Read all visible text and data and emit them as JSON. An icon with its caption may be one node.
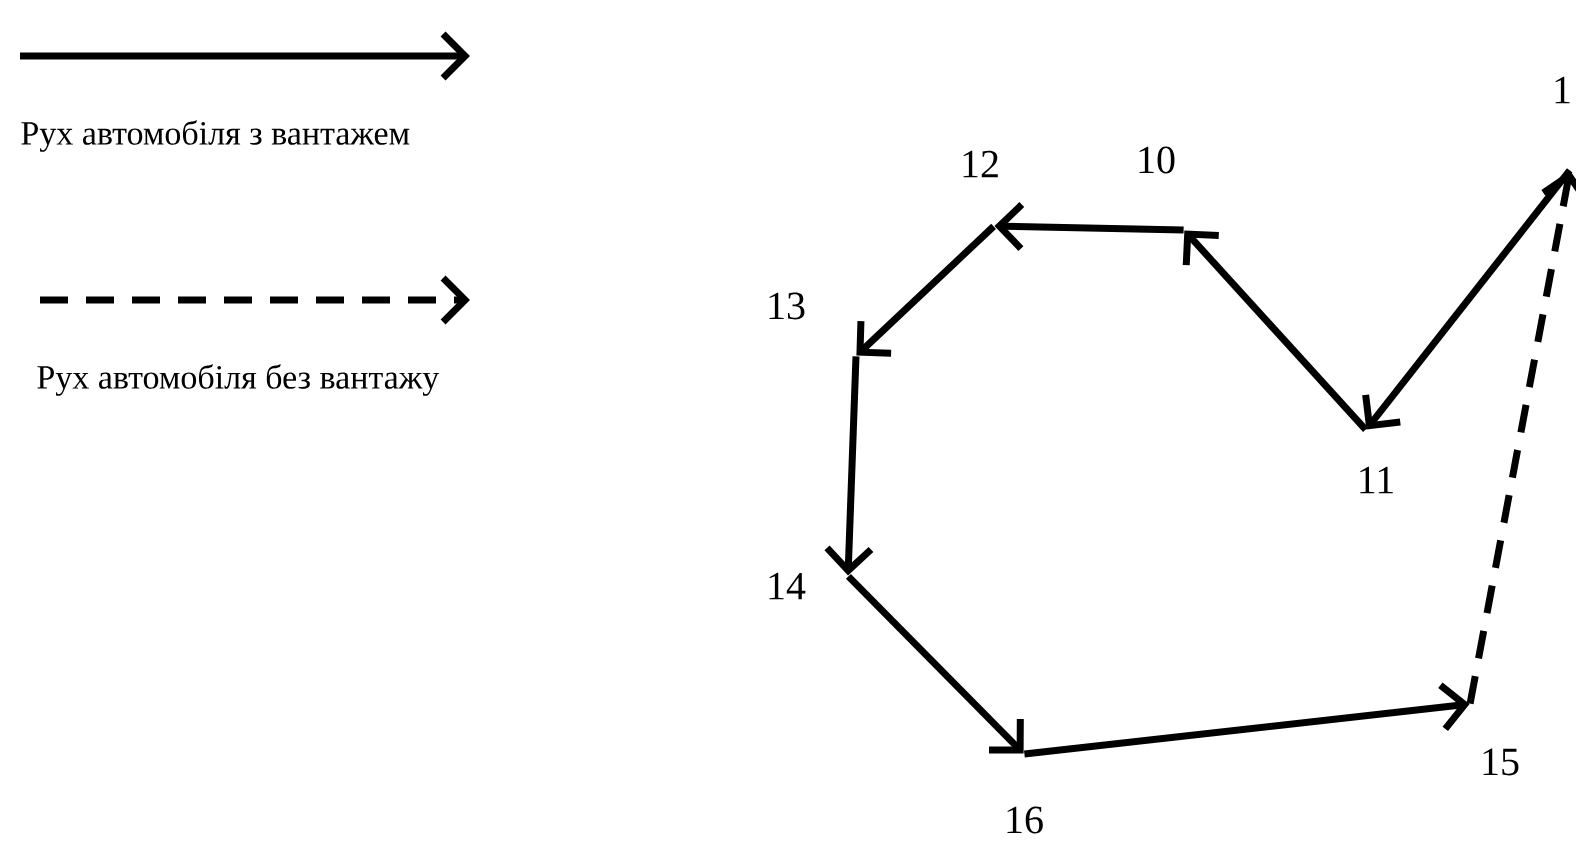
{
  "diagram": {
    "nodes": [
      {
        "text": [
          "1"
        ]
      },
      {
        "text": [
          "12"
        ]
      },
      {
        "text": [
          "10"
        ]
      },
      {
        "text": [
          "13"
        ]
      },
      {
        "text": [
          "11"
        ]
      },
      {
        "text": [
          "14"
        ]
      },
      {
        "text": [
          "15"
        ]
      },
      {
        "text": [
          "16"
        ]
      }
    ],
    "edges": [
      {
        "from": 0,
        "to": 4,
        "arrow": "to"
      },
      {
        "from": 4,
        "to": 2,
        "arrow": "to"
      },
      {
        "from": 2,
        "to": 1,
        "arrow": "to"
      },
      {
        "from": 1,
        "to": 3,
        "arrow": "to"
      },
      {
        "from": 3,
        "to": 5,
        "arrow": "to"
      },
      {
        "from": 5,
        "to": 7,
        "arrow": "to"
      },
      {
        "from": 7,
        "to": 6,
        "arrow": "to"
      },
      {
        "from": 6,
        "to": 0,
        "arrow": "to",
        "style": "dashed"
      }
    ],
    "legend": [
      {
        "text": "Рух автомобіля з вантажем"
      },
      {
        "text": "Рух автомобіля без вантажу"
      }
    ]
  }
}
